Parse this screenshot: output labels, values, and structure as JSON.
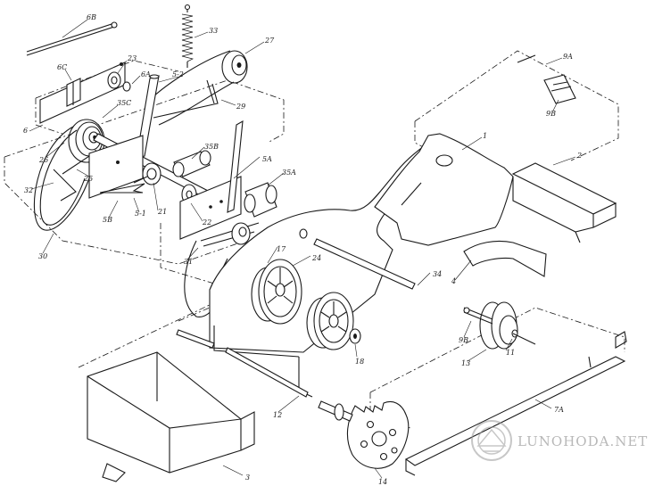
{
  "labels": {
    "l_6B": "6B",
    "l_33": "33",
    "l_27": "27",
    "l_9A": "9A",
    "l_6C": "6C",
    "l_23": "23",
    "l_6A": "6A",
    "l_52": "5-2",
    "l_29": "29",
    "l_35C": "35C",
    "l_9B": "9B",
    "l_6": "6",
    "l_1": "1",
    "l_26": "26",
    "l_35B": "35B",
    "l_2": "2",
    "l_5A": "5A",
    "l_25": "25",
    "l_32": "32",
    "l_35A": "35A",
    "l_5B": "5B",
    "l_51": "5-1",
    "l_21": "21",
    "l_22": "22",
    "l_30": "30",
    "l_17": "17",
    "l_24": "24",
    "l_31": "31",
    "l_34": "34",
    "l_4": "4",
    "l_9B2": "9B",
    "l_11": "11",
    "l_13": "13",
    "l_18": "18",
    "l_12": "12",
    "l_7A": "7A",
    "l_3": "3",
    "l_14": "14"
  },
  "watermark": {
    "text": "LUNOHODA.NET"
  },
  "colors": {
    "ink": "#1a1a1a",
    "paper": "#ffffff",
    "watermark": "#b8b8b8"
  }
}
